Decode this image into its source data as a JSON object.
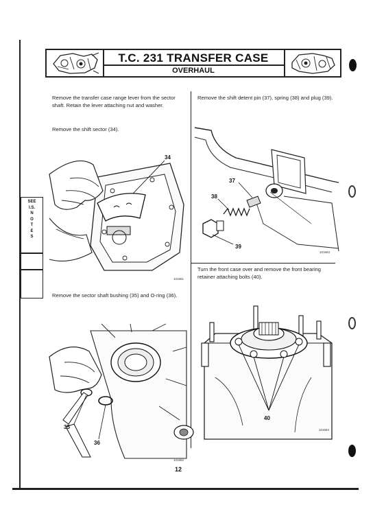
{
  "header": {
    "title": "T.C. 231 TRANSFER CASE",
    "subtitle": "OVERHAUL"
  },
  "sidebar": {
    "see_text": "SEE I.S. N O T E S"
  },
  "left_column": {
    "para1": "Remove the transfer case range lever from the sector shaft. Retain the lever attaching nut and washer.",
    "para2": "Remove the shift sector (34).",
    "fig1_id": "101661",
    "fig1_callout": "34",
    "para3": "Remove the sector shaft bushing (35) and O-ring (36).",
    "fig3_id": "101662",
    "fig3_callout_a": "35",
    "fig3_callout_b": "36"
  },
  "right_column": {
    "para1": "Remove the shift detent pin (37), spring (38) and plug (39).",
    "fig2_id": "101663",
    "fig2_callout_a": "37",
    "fig2_callout_b": "38",
    "fig2_callout_c": "39",
    "para2": "Turn the front case over and remove the front bearing retainer attaching bolts (40).",
    "fig4_id": "101664",
    "fig4_callout": "40"
  },
  "footer": {
    "page_number": "12"
  }
}
